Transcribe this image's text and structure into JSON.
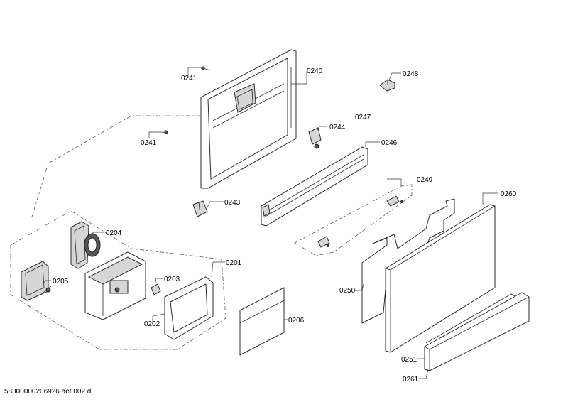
{
  "labels": {
    "l0241a": "0241",
    "l0240": "0240",
    "l0248": "0248",
    "l0247": "0247",
    "l0241b": "0241",
    "l0244": "0244",
    "l0246": "0246",
    "l0249": "0249",
    "l0243": "0243",
    "l0260": "0260",
    "l0204": "0204",
    "l0201": "0201",
    "l0205": "0205",
    "l0203": "0203",
    "l0250": "0250",
    "l0206": "0206",
    "l0202": "0202",
    "l0251": "0251",
    "l0261": "0261"
  },
  "footer": {
    "code": "58300000206926 aet 002 d"
  }
}
